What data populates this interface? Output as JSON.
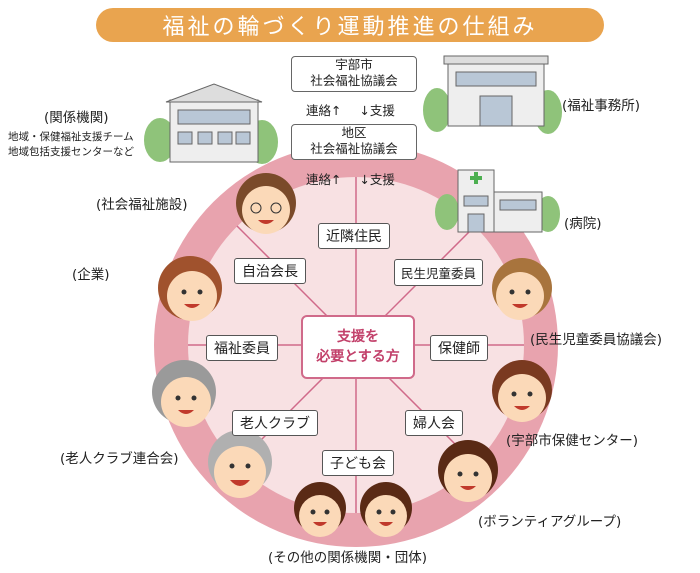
{
  "title": "福祉の輪づくり運動推進の仕組み",
  "top_boxes": {
    "city_council": [
      "宇部市",
      "社会福祉協議会"
    ],
    "district_council": [
      "地区",
      "社会福祉協議会"
    ]
  },
  "arrows": {
    "first": {
      "up": "連絡↑",
      "down": "↓支援"
    },
    "second": {
      "up": "連絡↑",
      "down": "↓支援"
    }
  },
  "outer_labels": {
    "related_orgs": "(関係機関)",
    "related_orgs_sub1": "地域・保健福祉支援チーム",
    "related_orgs_sub2": "地域包括支援センターなど",
    "welfare_office": "(福祉事務所)",
    "welfare_facility": "(社会福祉施設)",
    "hospital": "(病院)",
    "company": "(企業)",
    "minsei_council": "(民生児童委員協議会)",
    "elderly_club_union": "(老人クラブ連合会)",
    "health_center": "(宇部市保健センター)",
    "volunteer": "(ボランティアグループ)",
    "others": "(その他の関係機関・団体)"
  },
  "roles": {
    "neighbors": "近隣住民",
    "chief": "自治会長",
    "minsei": "民生児童委員",
    "welfare_member": "福祉委員",
    "nurse": "保健師",
    "elderly_club": "老人クラブ",
    "womens": "婦人会",
    "children": "子ども会"
  },
  "center": [
    "支援を",
    "必要とする方"
  ],
  "colors": {
    "title_bg": "#e9a44f",
    "outer_ring": "#e8a3ae",
    "inner_circle": "#f8e1e3",
    "spokes": "#d06a8a",
    "center_text": "#c2406a"
  }
}
